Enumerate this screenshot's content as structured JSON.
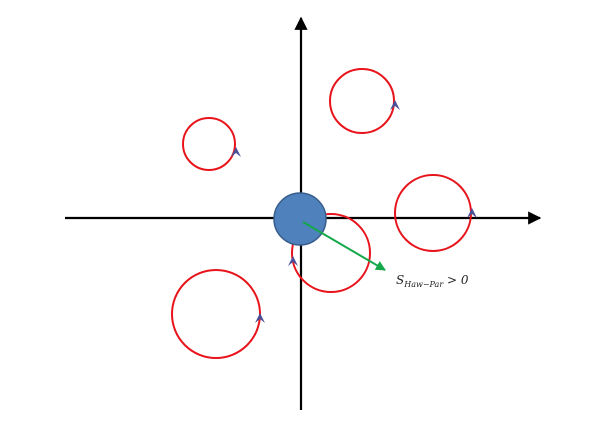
{
  "colors": {
    "axis": "#000000",
    "orbit": "#e8141b",
    "central_body_fill": "#4f81bd",
    "central_body_stroke": "#385d8a",
    "marker": "#4b4f98",
    "vector": "#14a84a",
    "text": "#222222"
  },
  "annotation": {
    "symbol": "S",
    "subscript": "Haw−Par",
    "relation": " > 0"
  }
}
